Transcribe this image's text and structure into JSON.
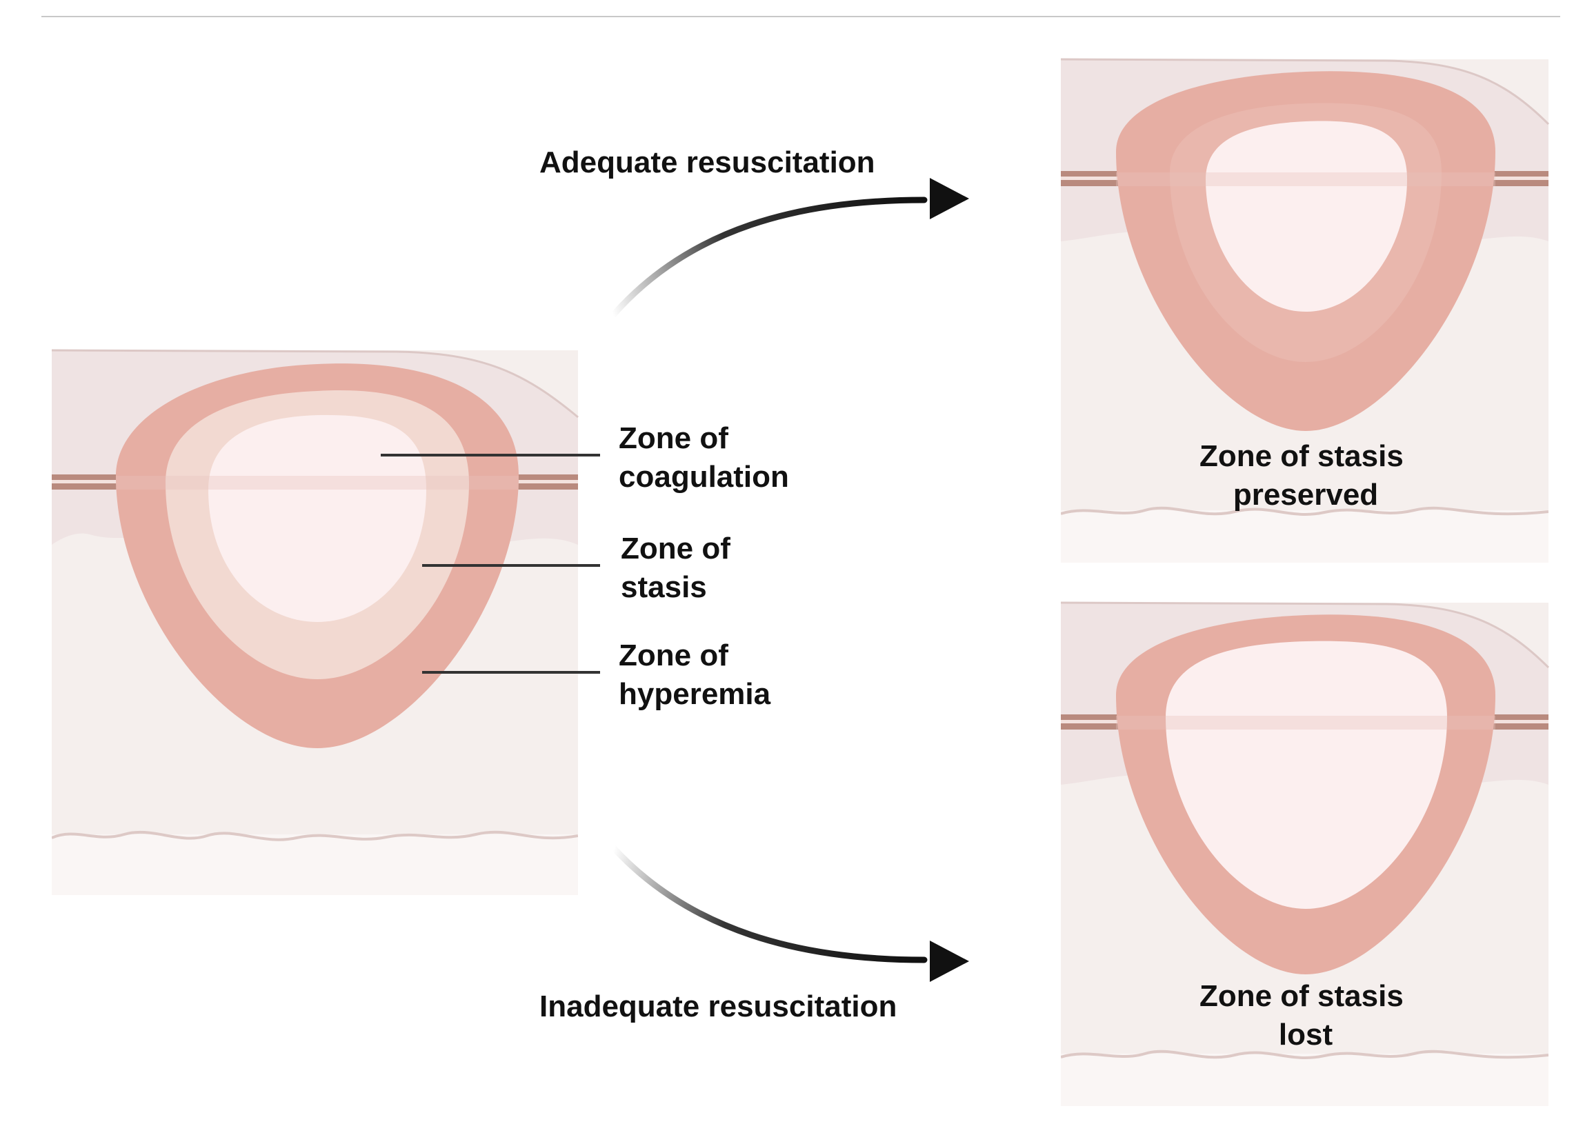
{
  "figure": {
    "arrows": {
      "top": {
        "label": "Adequate resuscitation"
      },
      "bottom": {
        "label": "Inadequate resuscitation"
      }
    },
    "zones": {
      "coagulation": {
        "line1": "Zone of",
        "line2": "coagulation"
      },
      "stasis": {
        "line1": "Zone of",
        "line2": "stasis"
      },
      "hyperemia": {
        "line1": "Zone of",
        "line2": "hyperemia"
      }
    },
    "outcomes": {
      "preserved": {
        "line1": "Zone of stasis",
        "line2": "preserved"
      },
      "lost": {
        "line1": "Zone of stasis",
        "line2": "lost"
      }
    }
  },
  "colors": {
    "epidermis": "#efe3e3",
    "dermis": "#f5efed",
    "hypodermis": "#faf6f5",
    "hyperemia": "#e6aea3",
    "stasis": "#f2d9d1",
    "coagulation": "#fcefef",
    "stripe": "#b98a7e",
    "arrow": "#111111"
  }
}
